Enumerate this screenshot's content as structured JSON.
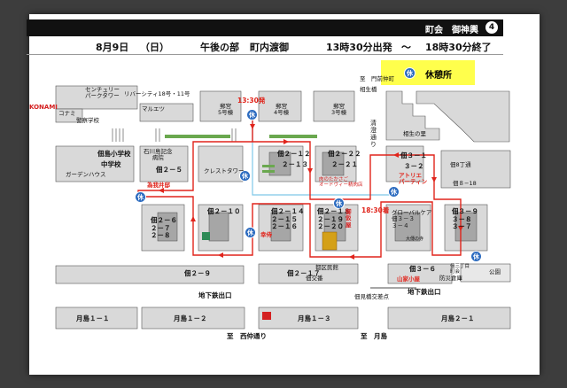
{
  "header": {
    "title": "町会　御神輿",
    "page_no": "4"
  },
  "info": {
    "date": "8月9日",
    "weekday": "（日）",
    "part": "午後の部",
    "route_name": "町内渡御",
    "start": "13時30分出発",
    "tilde": "〜",
    "end": "18時30分終了"
  },
  "legend": {
    "icon_text": "休",
    "label": "休憩所"
  },
  "colors": {
    "route": "#e0241b",
    "water": "#7ec8e8",
    "rest": "#2d6cc0",
    "legend_bg": "#ffff4c",
    "block": "#d9d9d9",
    "block_inner": "#a6a6a6"
  },
  "labels": {
    "centurion": "センチュリー\nパークタワー",
    "riverside": "リバーシティ18号・11号",
    "konami": "KONAMI",
    "konami_sub": "コナミ",
    "police1": "警察学校",
    "maruetsu": "マルエツ",
    "gogo5": "郵宮\n5号棟",
    "gogo4": "郵宮\n4号棟",
    "gogo3": "郵宮\n3号棟",
    "start_time": "13:30発",
    "monzen": "至　門前仲町",
    "aioi": "相生橋",
    "kiyosumi": "清\n澄\n通\nり",
    "aioi_sato": "相生の里",
    "school1": "佃島小学校",
    "school2": "中学校",
    "garden": "ガーデンハウス",
    "ishikawa": "石川島記念\n病院",
    "tsuku25": "佃２－５",
    "crest": "クレストタワー",
    "t212": "佃２－１２",
    "t213": "２－１３",
    "t222": "佃２－２２",
    "t221": "２－２１",
    "okonomi": "肉のたかさご\nオードヴィー精肉店",
    "t31": "佃３－１",
    "t32": "３－２",
    "t8": "佃8丁通",
    "atelier": "アトリエ\nパーティン",
    "t8sub": "佃８−18",
    "tamei": "為我井邸",
    "t26": "佃２－６\n２－７\n２－８",
    "t210": "佃２－１０",
    "t214": "佃２－１４\n２－１５\n２－１６",
    "kojiro": "幸侍",
    "t218": "佃２－１８\n２－１９\n２－２０",
    "kenkaiso": "御\n仮\n屋",
    "end_time": "18:30着",
    "gloria": "グローバルケア\n佃３－３\n３－４",
    "daisho": "大傳の寺",
    "t39": "佃３－９\n３－８\n３－７",
    "t29": "佃２－９",
    "t217": "佃２－１７",
    "keisatsu": "都区民館",
    "hanban": "佃交番",
    "t36": "佃３－６",
    "yamazaki": "山家小屋",
    "fire": "防災倉庫",
    "t3park": "佃三丁目\n町会",
    "park": "公園",
    "chikatetsu1": "地下鉄出口",
    "kosaten": "佃見橋交差点",
    "chikatetsu2": "地下鉄出口",
    "t11": "月島１－１",
    "t12": "月島１－２",
    "t13": "月島１－３",
    "t21": "月島２－１",
    "nishinaka": "至　西仲通り",
    "tsukishima": "至　月島"
  }
}
